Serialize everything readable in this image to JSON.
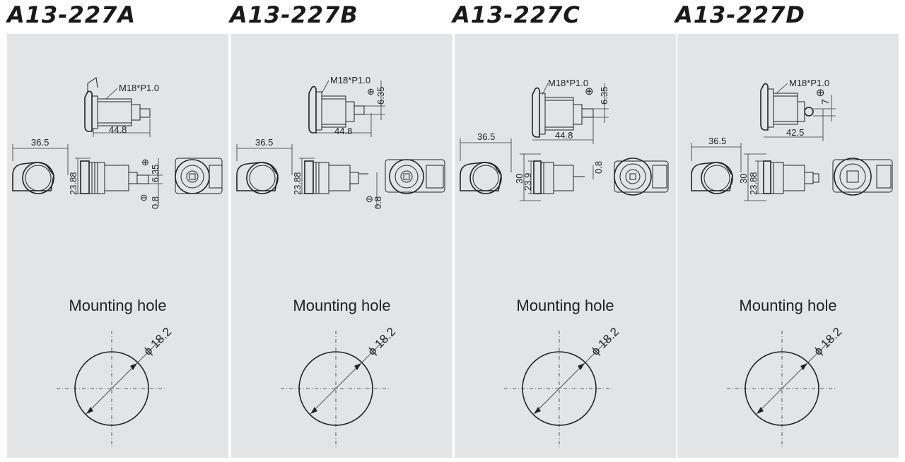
{
  "panels": [
    {
      "title": "A13-227A",
      "thread": "M18*P1.0",
      "dim_length": "44.8",
      "dim_cap_width": "36.5",
      "dim_body_height": "23.88",
      "dim_terminal": "6.35",
      "dim_terminal_thick": "0.8",
      "polarity_plus": "⊕",
      "polarity_minus": "⊖",
      "mounting_label": "Mounting hole",
      "hole_dia": "ϕ 18.2"
    },
    {
      "title": "A13-227B",
      "thread": "M18*P1.0",
      "dim_length": "44.8",
      "dim_cap_width": "36.5",
      "dim_body_height": "23.88",
      "dim_terminal": "6.35",
      "dim_terminal_thick": "0.8",
      "polarity_plus": "⊕",
      "polarity_minus": "⊖",
      "mounting_label": "Mounting hole",
      "hole_dia": "ϕ 18.2"
    },
    {
      "title": "A13-227C",
      "thread": "M18*P1.0",
      "dim_length": "44.8",
      "dim_cap_width": "36.5",
      "dim_body_height": "23.9",
      "dim_outer_height": "30",
      "dim_terminal": "6.35",
      "dim_terminal_thick": "0.8",
      "polarity_plus": "⊕",
      "mounting_label": "Mounting hole",
      "hole_dia": "ϕ 18.2"
    },
    {
      "title": "A13-227D",
      "thread": "M18*P1.0",
      "dim_length": "42.5",
      "dim_cap_width": "36.5",
      "dim_body_height": "23.88",
      "dim_outer_height": "30",
      "dim_terminal": "7",
      "polarity_plus": "⊕",
      "mounting_label": "Mounting hole",
      "hole_dia": "ϕ 18.2"
    }
  ]
}
